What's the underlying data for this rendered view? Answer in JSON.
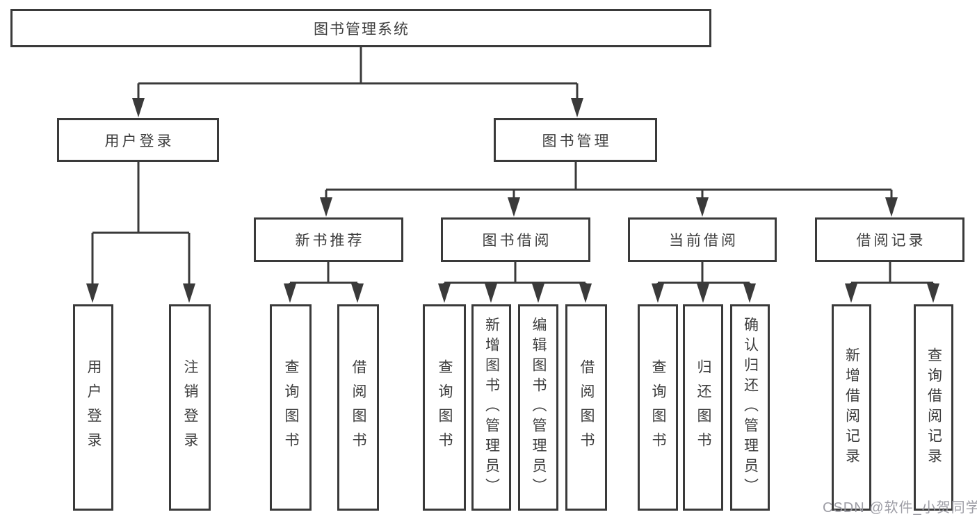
{
  "nodes": {
    "root": "图书管理系统",
    "level2": [
      "用户登录",
      "图书管理"
    ],
    "level3": [
      "新书推荐",
      "图书借阅",
      "当前借阅",
      "借阅记录"
    ],
    "leaves_login": [
      "用户登录",
      "注销登录"
    ],
    "leaves_newbook": [
      "查询图书",
      "借阅图书"
    ],
    "leaves_borrow": [
      "查询图书",
      "新增图书（管理员）",
      "编辑图书（管理员）",
      "借阅图书"
    ],
    "leaves_current": [
      "查询图书",
      "归还图书",
      "确认归还（管理员）"
    ],
    "leaves_records": [
      "新增借阅记录",
      "查询借阅记录"
    ]
  },
  "watermark": "CSDN @软件_小贺同学",
  "colors": {
    "line": "#3a3a3a",
    "text": "#3d3d3d",
    "background": "#ffffff",
    "watermark": "#9898a0"
  }
}
